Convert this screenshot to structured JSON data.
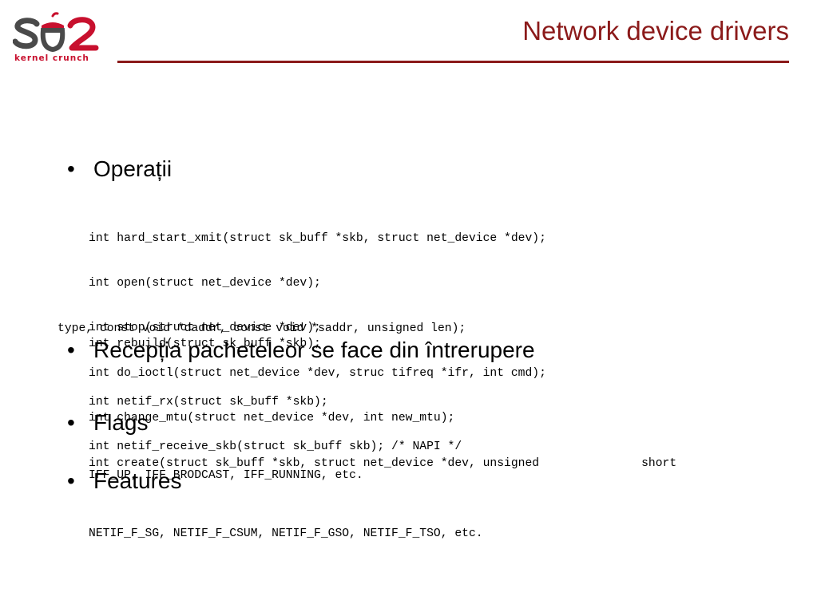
{
  "header": {
    "logo_text": "SO2",
    "logo_tagline": "kernel crunch",
    "title": "Network device drivers"
  },
  "sections": [
    {
      "heading": "Operații",
      "code": [
        "int hard_start_xmit(struct sk_buff *skb, struct net_device *dev);",
        "int open(struct net_device *dev);",
        "int stop(struct net_device *dev);",
        "int do_ioctl(struct net_device *dev, struc tifreq *ifr, int cmd);",
        "int change_mtu(struct net_device *dev, int new_mtu);",
        "int create(struct sk_buff *skb, struct net_device *dev, unsigned",
        "short",
        "type, const void *daddr, const void *saddr, unsigned len);",
        "int rebuild(struct sk_buff *skb);"
      ]
    },
    {
      "heading": "Recepția pacheteleor se face din întrerupere",
      "code": [
        "int netif_rx(struct sk_buff *skb);",
        "int netif_receive_skb(struct sk_buff skb); /* NAPI */"
      ]
    },
    {
      "heading": "Flags",
      "code": [
        "IFF_UP, IFF_BRODCAST, IFF_RUNNING, etc."
      ]
    },
    {
      "heading": "Features",
      "code": [
        "NETIF_F_SG, NETIF_F_CSUM, NETIF_F_GSO, NETIF_F_TSO, etc."
      ]
    }
  ],
  "colors": {
    "accent": "#8b1a1a",
    "logo_red": "#c8102e",
    "logo_dark": "#4a4a4a"
  },
  "icons": {
    "logo": "acorn-logo-icon",
    "bullet": "bullet-dot-icon"
  }
}
